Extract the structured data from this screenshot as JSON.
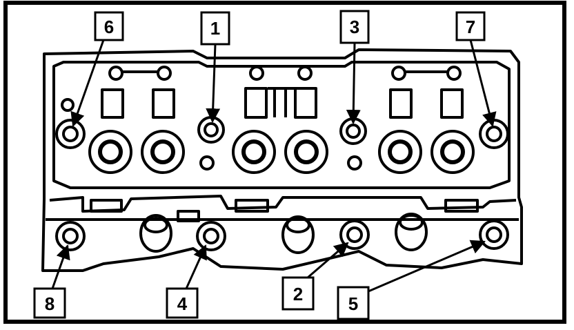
{
  "diagram": {
    "callouts": [
      {
        "id": "6",
        "label": "6"
      },
      {
        "id": "1",
        "label": "1"
      },
      {
        "id": "3",
        "label": "3"
      },
      {
        "id": "7",
        "label": "7"
      },
      {
        "id": "8",
        "label": "8"
      },
      {
        "id": "4",
        "label": "4"
      },
      {
        "id": "2",
        "label": "2"
      },
      {
        "id": "5",
        "label": "5"
      }
    ]
  },
  "colors": {
    "ink": "#000000",
    "paper": "#ffffff"
  }
}
